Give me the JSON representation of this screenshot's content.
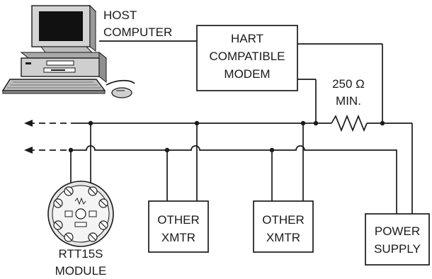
{
  "labels": {
    "host_line1": "HOST",
    "host_line2": "COMPUTER",
    "modem_line1": "HART",
    "modem_line2": "COMPATIBLE",
    "modem_line3": "MODEM",
    "resistor_line1": "250 Ω",
    "resistor_line2": "MIN.",
    "xmtr1_line1": "OTHER",
    "xmtr1_line2": "XMTR",
    "xmtr2_line1": "OTHER",
    "xmtr2_line2": "XMTR",
    "power_line1": "POWER",
    "power_line2": "SUPPLY",
    "module_line1": "RTT15S",
    "module_line2": "MODULE"
  },
  "colors": {
    "line": "#1a1a1a",
    "background": "#ffffff",
    "monitor_screen": "#111111",
    "computer_body": "#cfcfcf"
  },
  "icons": [
    "computer-icon",
    "mouse-icon",
    "rtt15s-module-icon",
    "resistor-symbol",
    "arrow-left-icon"
  ]
}
